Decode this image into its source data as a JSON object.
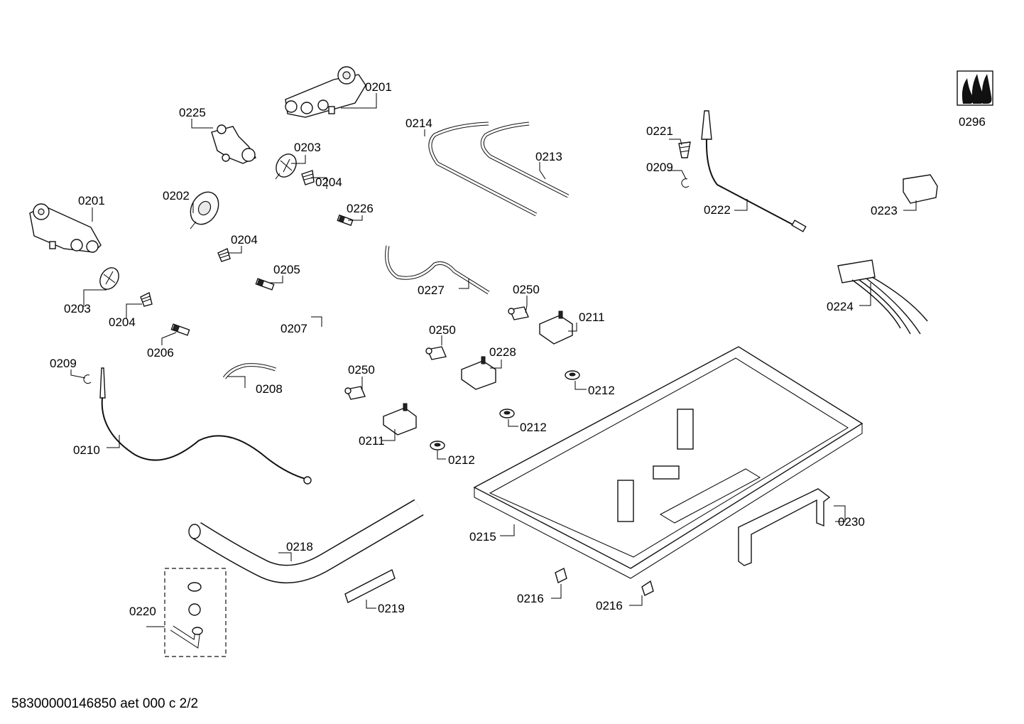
{
  "footer_text": "58300000146850 aet 000 c 2/2",
  "icon": "gas-flame-icon",
  "labels": {
    "p0201a": "0201",
    "p0201b": "0201",
    "p0225": "0225",
    "p0203a": "0203",
    "p0203b": "0203",
    "p0204a": "0204",
    "p0204b": "0204",
    "p0204c": "0204",
    "p0202": "0202",
    "p0226": "0226",
    "p0205": "0205",
    "p0206": "0206",
    "p0207": "0207",
    "p0208": "0208",
    "p0209a": "0209",
    "p0209b": "0209",
    "p0210": "0210",
    "p0214": "0214",
    "p0213": "0213",
    "p0227": "0227",
    "p0250a": "0250",
    "p0250b": "0250",
    "p0250c": "0250",
    "p0211a": "0211",
    "p0211b": "0211",
    "p0228": "0228",
    "p0212a": "0212",
    "p0212b": "0212",
    "p0212c": "0212",
    "p0221": "0221",
    "p0222": "0222",
    "p0223": "0223",
    "p0224": "0224",
    "p0296": "0296",
    "p0215": "0215",
    "p0216a": "0216",
    "p0216b": "0216",
    "p0218": "0218",
    "p0219": "0219",
    "p0220": "0220",
    "p0230": "0230"
  }
}
